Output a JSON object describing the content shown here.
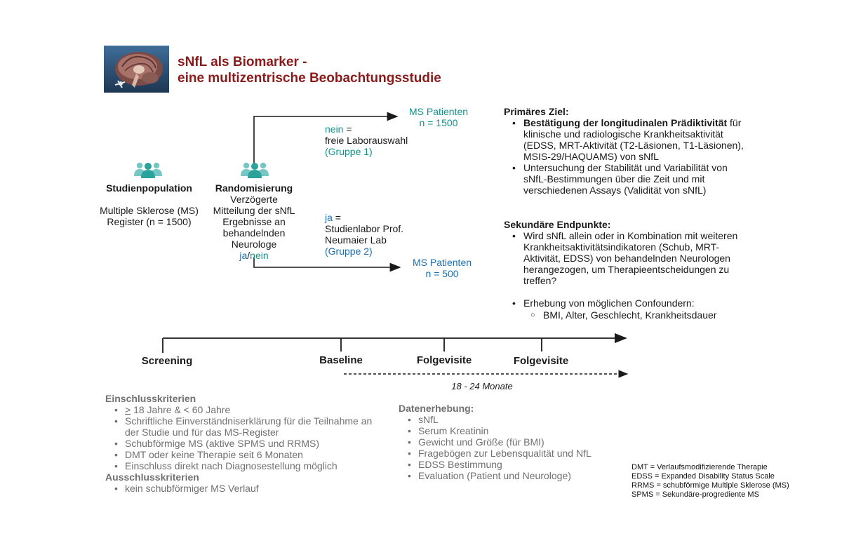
{
  "title": {
    "line1": "sNfL als Biomarker -",
    "line2": "eine multizentrische Beobachtungsstudie"
  },
  "icons": {
    "brain": "brain-image",
    "people": "people-group-icon"
  },
  "colors": {
    "title": "#8b1a1a",
    "teal": "#14918a",
    "blue": "#1b6fb0",
    "gray": "#707070"
  },
  "studienpopulation": {
    "heading": "Studienpopulation",
    "line1": "Multiple Sklerose (MS)",
    "line2": "Register (n = 1500)"
  },
  "randomisierung": {
    "heading": "Randomisierung",
    "lines": [
      "Verzögerte",
      "Mitteilung der sNfL",
      "Ergebnisse an",
      "behandelnden",
      "Neurologe"
    ],
    "ja": "ja",
    "slash": "/",
    "nein": "nein"
  },
  "branch_nein": {
    "label": "nein",
    "eq": " =",
    "line2": "freie Laborauswahl",
    "line3": "(Gruppe 1)"
  },
  "branch_ja": {
    "label": "ja",
    "eq": " =",
    "line2": "Studienlabor Prof.",
    "line3": "Neumaier Lab",
    "line4": "(Gruppe 2)"
  },
  "ms_patienten_1": {
    "label": "MS Patienten",
    "n": "n = 1500"
  },
  "ms_patienten_2": {
    "label": "MS Patienten",
    "n": "n = 500"
  },
  "primaeres_ziel": {
    "heading": "Primäres Ziel:",
    "items": [
      {
        "bold": "Bestätigung der longitudinalen Prädiktivität",
        "rest": " für klinische und radiologische Krankheitsaktivität (EDSS, MRT-Aktivität (T2-Läsionen, T1-Läsionen), MSIS-29/HAQUAMS) von sNfL"
      },
      {
        "text": "Untersuchung der Stabilität und Variabilität von sNfL-Bestimmungen über die Zeit und mit verschiedenen Assays (Validität von sNfL)"
      }
    ]
  },
  "sekundaere_endpunkte": {
    "heading": "Sekundäre Endpunkte:",
    "items": [
      "Wird sNfL allein oder in Kombination mit weiteren Krankheitsaktivitätsindikatoren (Schub, MRT-Aktivität, EDSS) von behandelnden Neurologen herangezogen, um Therapieentscheidungen  zu treffen?",
      "Erhebung von möglichen Confoundern:"
    ],
    "subitems": [
      "BMI, Alter, Geschlecht, Krankheitsdauer"
    ]
  },
  "timeline": {
    "screening": "Screening",
    "baseline": "Baseline",
    "folgevisite1": "Folgevisite",
    "folgevisite2": "Folgevisite",
    "duration": "18 - 24 Monate"
  },
  "einschluss": {
    "heading": "Einschlusskriterien",
    "item1_prefix": ">",
    "item1_rest": " 18 Jahre & < 60 Jahre",
    "items": [
      "Schriftliche Einverständniserklärung für die Teilnahme an der Studie und für das MS-Register",
      "Schubförmige MS (aktive SPMS und RRMS)",
      "DMT oder keine Therapie seit 6 Monaten",
      "Einschluss direkt nach Diagnosestellung möglich"
    ]
  },
  "ausschluss": {
    "heading": "Ausschlusskriterien",
    "items": [
      "kein schubförmiger MS Verlauf"
    ]
  },
  "datenerhebung": {
    "heading": "Datenerhebung:",
    "items": [
      "sNfL",
      "Serum Kreatinin",
      "Gewicht und Größe (für BMI)",
      "Fragebögen zur Lebensqualität und NfL",
      "EDSS Bestimmung",
      "Evaluation (Patient und Neurologe)"
    ]
  },
  "abbreviations": [
    "DMT = Verlaufsmodifizierende Therapie",
    "EDSS = Expanded Disability Status Scale",
    "RRMS = schubförmige Multiple Sklerose (MS)",
    "SPMS = Sekundäre-progrediente MS"
  ]
}
